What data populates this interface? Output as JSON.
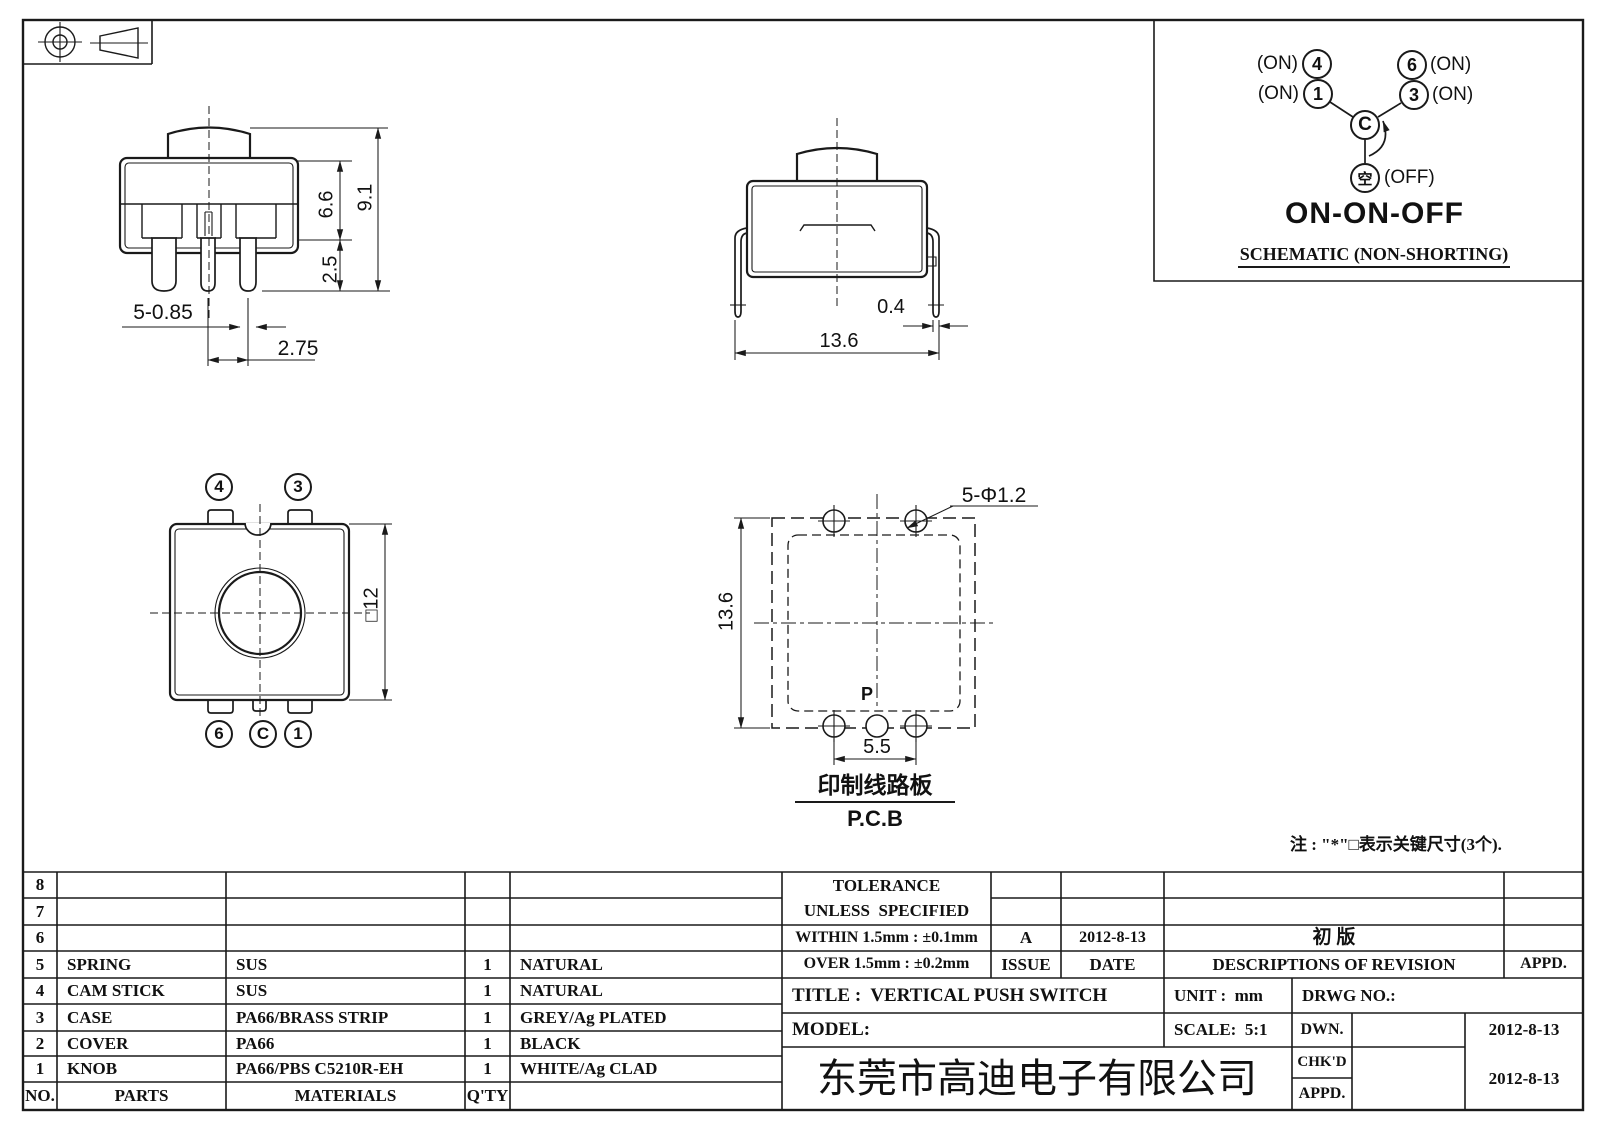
{
  "front_view": {
    "dim_total_height": "9.1",
    "dim_body_height": "6.6",
    "dim_pin_length": "2.5",
    "dim_pin_width": "5-0.85",
    "dim_pin_pitch": "2.75"
  },
  "side_view": {
    "dim_leg_thickness": "0.4",
    "dim_width": "13.6"
  },
  "top_view": {
    "dim_square": "□12",
    "pin_top_left": "4",
    "pin_top_right": "3",
    "pin_bottom_left": "6",
    "pin_bottom_center": "C",
    "pin_bottom_right": "1"
  },
  "pcb_view": {
    "dim_holes": "5-Φ1.2",
    "dim_height": "13.6",
    "dim_pitch": "5.5",
    "label_p": "P",
    "label_cn": "印制线路板",
    "label_en": "P.C.B"
  },
  "schematic": {
    "pin4": "4",
    "pin6": "6",
    "pin1": "1",
    "pin3": "3",
    "common": "C",
    "off_pin": "空",
    "on_label": "(ON)",
    "off_label": "(OFF)",
    "mode": "ON-ON-OFF",
    "caption": "SCHEMATIC (NON-SHORTING)"
  },
  "note": "注 : \"*\"□表示关键尺寸(3个).",
  "parts_table": {
    "header": {
      "no": "NO.",
      "parts": "PARTS",
      "materials": "MATERIALS",
      "qty": "Q'TY"
    },
    "rows": [
      {
        "no": "8",
        "part": "",
        "material": "",
        "qty": "",
        "finish": ""
      },
      {
        "no": "7",
        "part": "",
        "material": "",
        "qty": "",
        "finish": ""
      },
      {
        "no": "6",
        "part": "",
        "material": "",
        "qty": "",
        "finish": ""
      },
      {
        "no": "5",
        "part": "SPRING",
        "material": "SUS",
        "qty": "1",
        "finish": "NATURAL"
      },
      {
        "no": "4",
        "part": "CAM STICK",
        "material": "SUS",
        "qty": "1",
        "finish": "NATURAL"
      },
      {
        "no": "3",
        "part": "CASE",
        "material": "PA66/BRASS STRIP",
        "qty": "1",
        "finish": "GREY/Ag PLATED"
      },
      {
        "no": "2",
        "part": "COVER",
        "material": "PA66",
        "qty": "1",
        "finish": "BLACK"
      },
      {
        "no": "1",
        "part": "KNOB",
        "material": "PA66/PBS C5210R-EH",
        "qty": "1",
        "finish": "WHITE/Ag CLAD"
      }
    ]
  },
  "tolerance": {
    "line1": "TOLERANCE",
    "line2": "UNLESS  SPECIFIED",
    "within": "WITHIN 1.5mm : ±0.1mm",
    "over": "OVER 1.5mm : ±0.2mm"
  },
  "revision": {
    "issue_value": "A",
    "date_value": "2012-8-13",
    "desc_value": "初 版",
    "issue_label": "ISSUE",
    "date_label": "DATE",
    "desc_label": "DESCRIPTIONS OF REVISION",
    "appd_label": "APPD."
  },
  "title_block": {
    "title": "TITLE :  VERTICAL PUSH SWITCH",
    "unit": "UNIT :  mm",
    "drwg": "DRWG NO.:",
    "model": "MODEL:",
    "scale": "SCALE:  5:1",
    "dwn_label": "DWN.",
    "chkd_label": "CHK'D",
    "appd_label": "APPD.",
    "dwn_date": "2012-8-13",
    "chkd_date": "2012-8-13",
    "company": "东莞市高迪电子有限公司"
  }
}
